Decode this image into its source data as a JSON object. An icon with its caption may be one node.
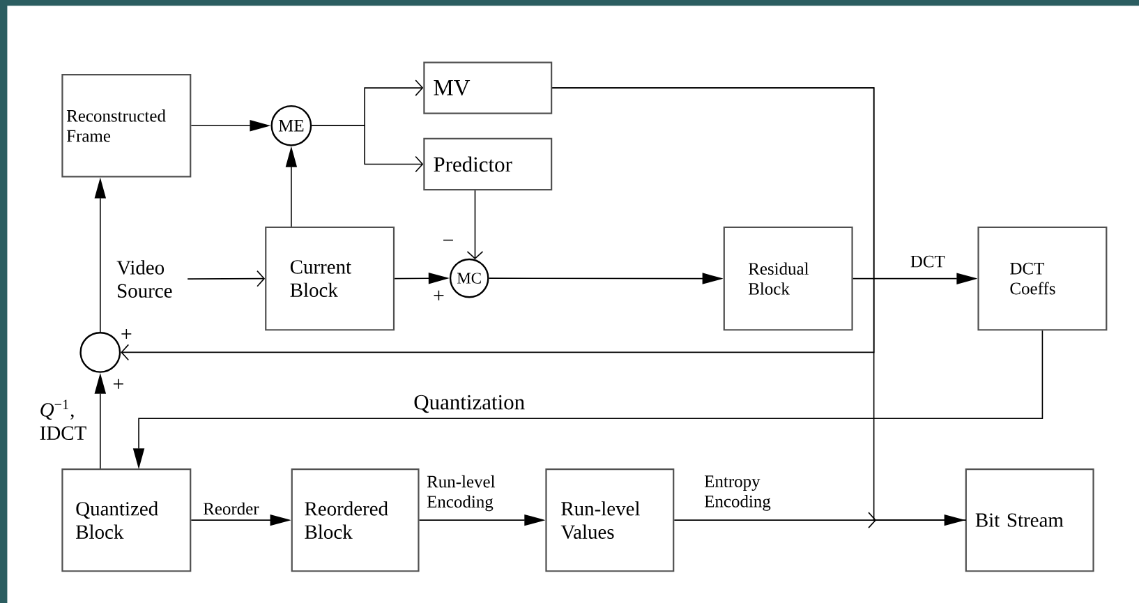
{
  "diagram": {
    "nodes": [
      {
        "text": [
          "Reconstructed Frame"
        ]
      },
      {
        "text": [
          "ME"
        ]
      },
      {
        "text": [
          "MV"
        ]
      },
      {
        "text": [
          "Predictor"
        ]
      },
      {
        "text": [
          "Video Source"
        ]
      },
      {
        "text": [
          "Current Block"
        ]
      },
      {
        "text": [
          "MC"
        ]
      },
      {
        "text": [
          "Residual Block"
        ]
      },
      {
        "text": [
          "DCT Coeffs"
        ]
      },
      {
        "text": [],
        "shape": "circle"
      },
      {
        "text": [
          "Quantized Block"
        ]
      },
      {
        "text": [
          "Reordered Block"
        ]
      },
      {
        "text": [
          "Run-level Values"
        ]
      },
      {
        "text": [
          "Bit Stream"
        ]
      }
    ],
    "edges": [
      {
        "from": 0,
        "to": 1,
        "arrow": "to"
      },
      {
        "from": 1,
        "to": 2,
        "arrow": "to"
      },
      {
        "from": 1,
        "to": 3,
        "arrow": "to"
      },
      {
        "from": 5,
        "to": 1,
        "arrow": "to"
      },
      {
        "from": 4,
        "to": 5,
        "arrow": "to"
      },
      {
        "from": 3,
        "to": 6,
        "arrow": "to"
      },
      {
        "from": 5,
        "to": 6,
        "arrow": "to"
      },
      {
        "from": 6,
        "to": 7,
        "arrow": "to"
      },
      {
        "from": 7,
        "to": 8,
        "arrow": "to",
        "label": "DCT"
      },
      {
        "from": 8,
        "to": 10,
        "arrow": "to",
        "label": "Quantization"
      },
      {
        "from": 10,
        "to": 9,
        "arrow": "to",
        "label": "*Q*$^{−1}$, IDCT"
      },
      {
        "from": 9,
        "to": 0,
        "arrow": "to"
      },
      {
        "from": 2,
        "to": 9,
        "arrow": "to"
      },
      {
        "from": 2,
        "to": 13,
        "arrow": "to"
      },
      {
        "from": 10,
        "to": 11,
        "arrow": "to",
        "label": "Reorder"
      },
      {
        "from": 11,
        "to": 12,
        "arrow": "to",
        "label": "Run-level Encoding"
      },
      {
        "from": 12,
        "to": 13,
        "arrow": "to",
        "label": "Entropy Encoding"
      }
    ],
    "labels": [
      "−",
      "+",
      "+",
      "+"
    ]
  }
}
